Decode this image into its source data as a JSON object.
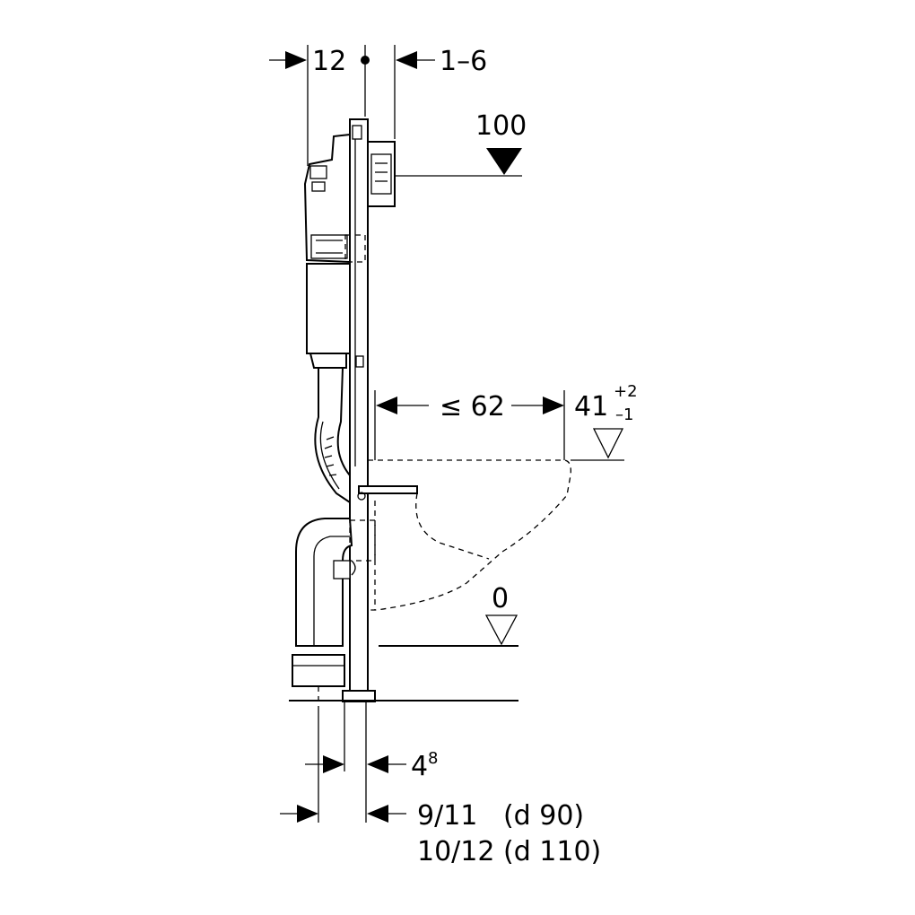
{
  "dimensions": {
    "top_left": "12",
    "top_right": "1–6",
    "flush_height": "100",
    "projection": "≤ 62",
    "seat_height_base": "41",
    "seat_height_plus": "+2",
    "seat_height_minus": "–1",
    "floor_level": "0",
    "frame_offset_base": "4",
    "frame_offset_sup": "8",
    "pipe_offset_1": "9/11   (d 90)",
    "pipe_offset_2": "10/12 (d 110)"
  },
  "colors": {
    "line": "#000000",
    "background": "#ffffff"
  }
}
